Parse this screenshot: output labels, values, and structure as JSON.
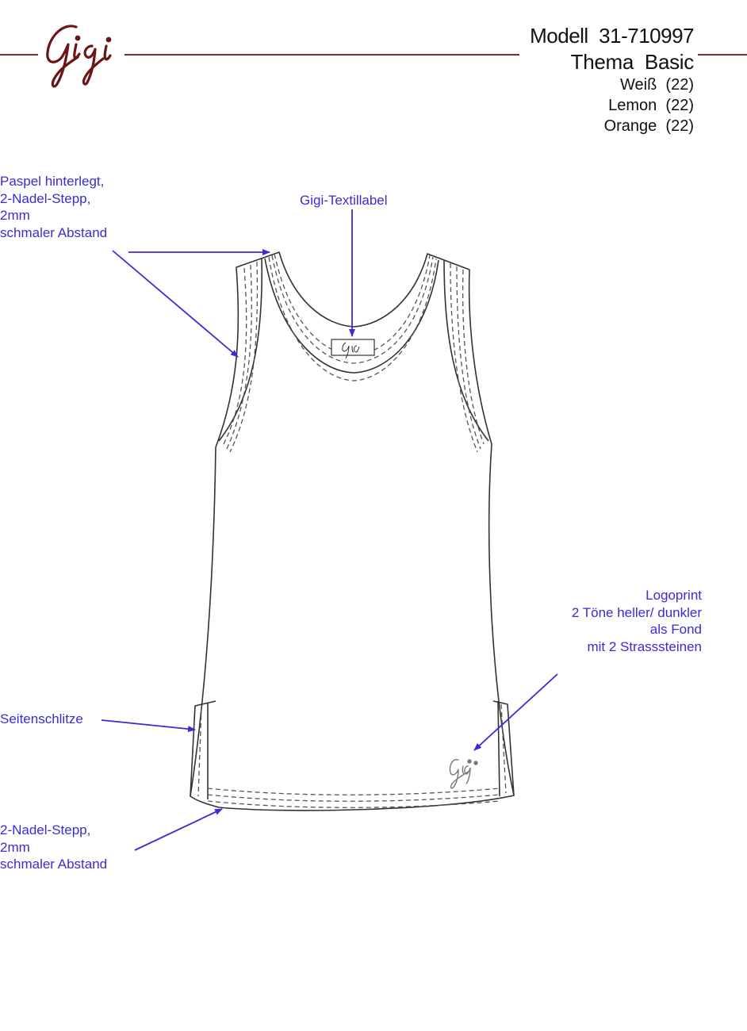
{
  "brand": {
    "logo_text": "Gigi",
    "rule_color": "#7b2b2b"
  },
  "header": {
    "model_label": "Modell",
    "model_number": "31-710997",
    "theme_label": "Thema",
    "theme_value": "Basic",
    "colors": [
      {
        "name": "Weiß",
        "code": "(22)"
      },
      {
        "name": "Lemon",
        "code": "(22)"
      },
      {
        "name": "Orange",
        "code": "(22)"
      }
    ]
  },
  "annotations": {
    "piping": [
      "Paspel hinterlegt,",
      "2-Nadel-Stepp,",
      "2mm",
      "schmaler Abstand"
    ],
    "label": "Gigi-Textillabel",
    "logoprint": [
      "Logoprint",
      "2  Töne  heller/  dunkler",
      "als  Fond",
      "mit  2  Strasssteinen"
    ],
    "side_slits": "Seitenschlitze",
    "hem": [
      "2-Nadel-Stepp,",
      "2mm",
      "schmaler Abstand"
    ]
  },
  "colors": {
    "annotation": "#3a2bd6",
    "sketch_line": "#333333",
    "stitch": "#555555",
    "logo": "#6b1515"
  },
  "icons": {
    "brand_logo": "gigi-script-logo",
    "textile_label": "gigi-label-tag",
    "print_logo": "gigi-logoprint"
  }
}
